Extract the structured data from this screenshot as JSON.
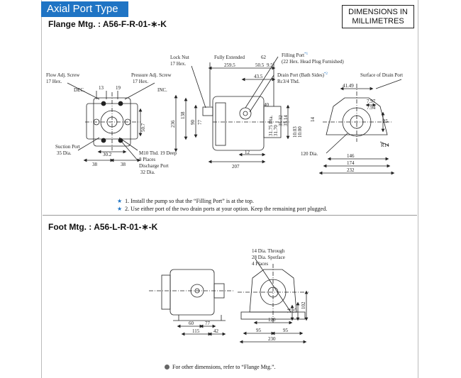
{
  "header": {
    "tab": "Axial Port Type",
    "units": [
      "DIMENSIONS IN",
      "MILLIMETRES"
    ]
  },
  "flange": {
    "title": "Flange Mtg. : A56-F-R-01-∗-K",
    "labels": {
      "flow_adj": "Flow Adj. Screw",
      "flow_hex": "17 Hex.",
      "dec": "DEC.",
      "pressure_adj": "Pressure Adj. Screw",
      "pressure_hex": "17 Hex.",
      "inc": "INC.",
      "suction": "Suction Port",
      "suction_dia": "35 Dia.",
      "m10": "M10 Thd. 19 Deep",
      "places8": "8 Places",
      "discharge": "Discharge Port",
      "discharge_dia": "32 Dia.",
      "lock_nut": "Lock Nut",
      "lock_hex": "17 Hex.",
      "fully_ext": "Fully Extended",
      "filling": "Filling Port",
      "filling_mark": "*1",
      "filling_hex": "(22 Hex. Head Plug Furnished)",
      "drain": "Drain Port (Bath Sides)",
      "drain_mark": "*2",
      "rc": "Rc3/4 Thd.",
      "surface": "Surface of Drain Port",
      "r14": "R14"
    },
    "dims": {
      "d13": "13",
      "d19": "19",
      "d50_7": "50.7",
      "d30_2": "30.2",
      "d38a": "38",
      "d38b": "38",
      "d62": "62",
      "d259_5": "259.5",
      "d50_5": "50.5",
      "d9_5": "9.5",
      "d43_5": "43.5",
      "d40": "40",
      "d236": "236",
      "d138": "138",
      "d90": "90",
      "d77": "77",
      "d31_75": "31.75 Dia.",
      "d31_70": "31.70",
      "d35_32": "35.32",
      "d35_14": "35.14",
      "d10_03": "10.03",
      "d10_00": "10.00",
      "d14": "14",
      "d12": "12",
      "d207": "207",
      "d41_49": "41.49",
      "d7_97": "7.97",
      "d7_94": "7.94",
      "d25": "25",
      "d120": "120 Dia.",
      "d146": "146",
      "d174": "174",
      "d232": "232"
    }
  },
  "notes": [
    {
      "mark": "★",
      "num": "1.",
      "text": "Install the pump so that the “Filling Port” is at the top."
    },
    {
      "mark": "★",
      "num": "2.",
      "text": "Use either port of the two drain ports at your option. Keep the remaining port plugged."
    }
  ],
  "foot": {
    "title": "Foot Mtg. : A56-L-R-01-∗-K",
    "labels": {
      "thru": "14 Dia. Through",
      "spot": "28 Dia. Spotface",
      "places4": "4 Places"
    },
    "dims": {
      "d60": "60",
      "d77": "77",
      "d115": "115",
      "d42": "42",
      "d120": "120",
      "d95a": "95",
      "d95b": "95",
      "d230": "230",
      "d14": "14",
      "d15": "15",
      "d102": "102"
    }
  },
  "footer": "For other dimensions, refer to “Flange Mtg.”."
}
